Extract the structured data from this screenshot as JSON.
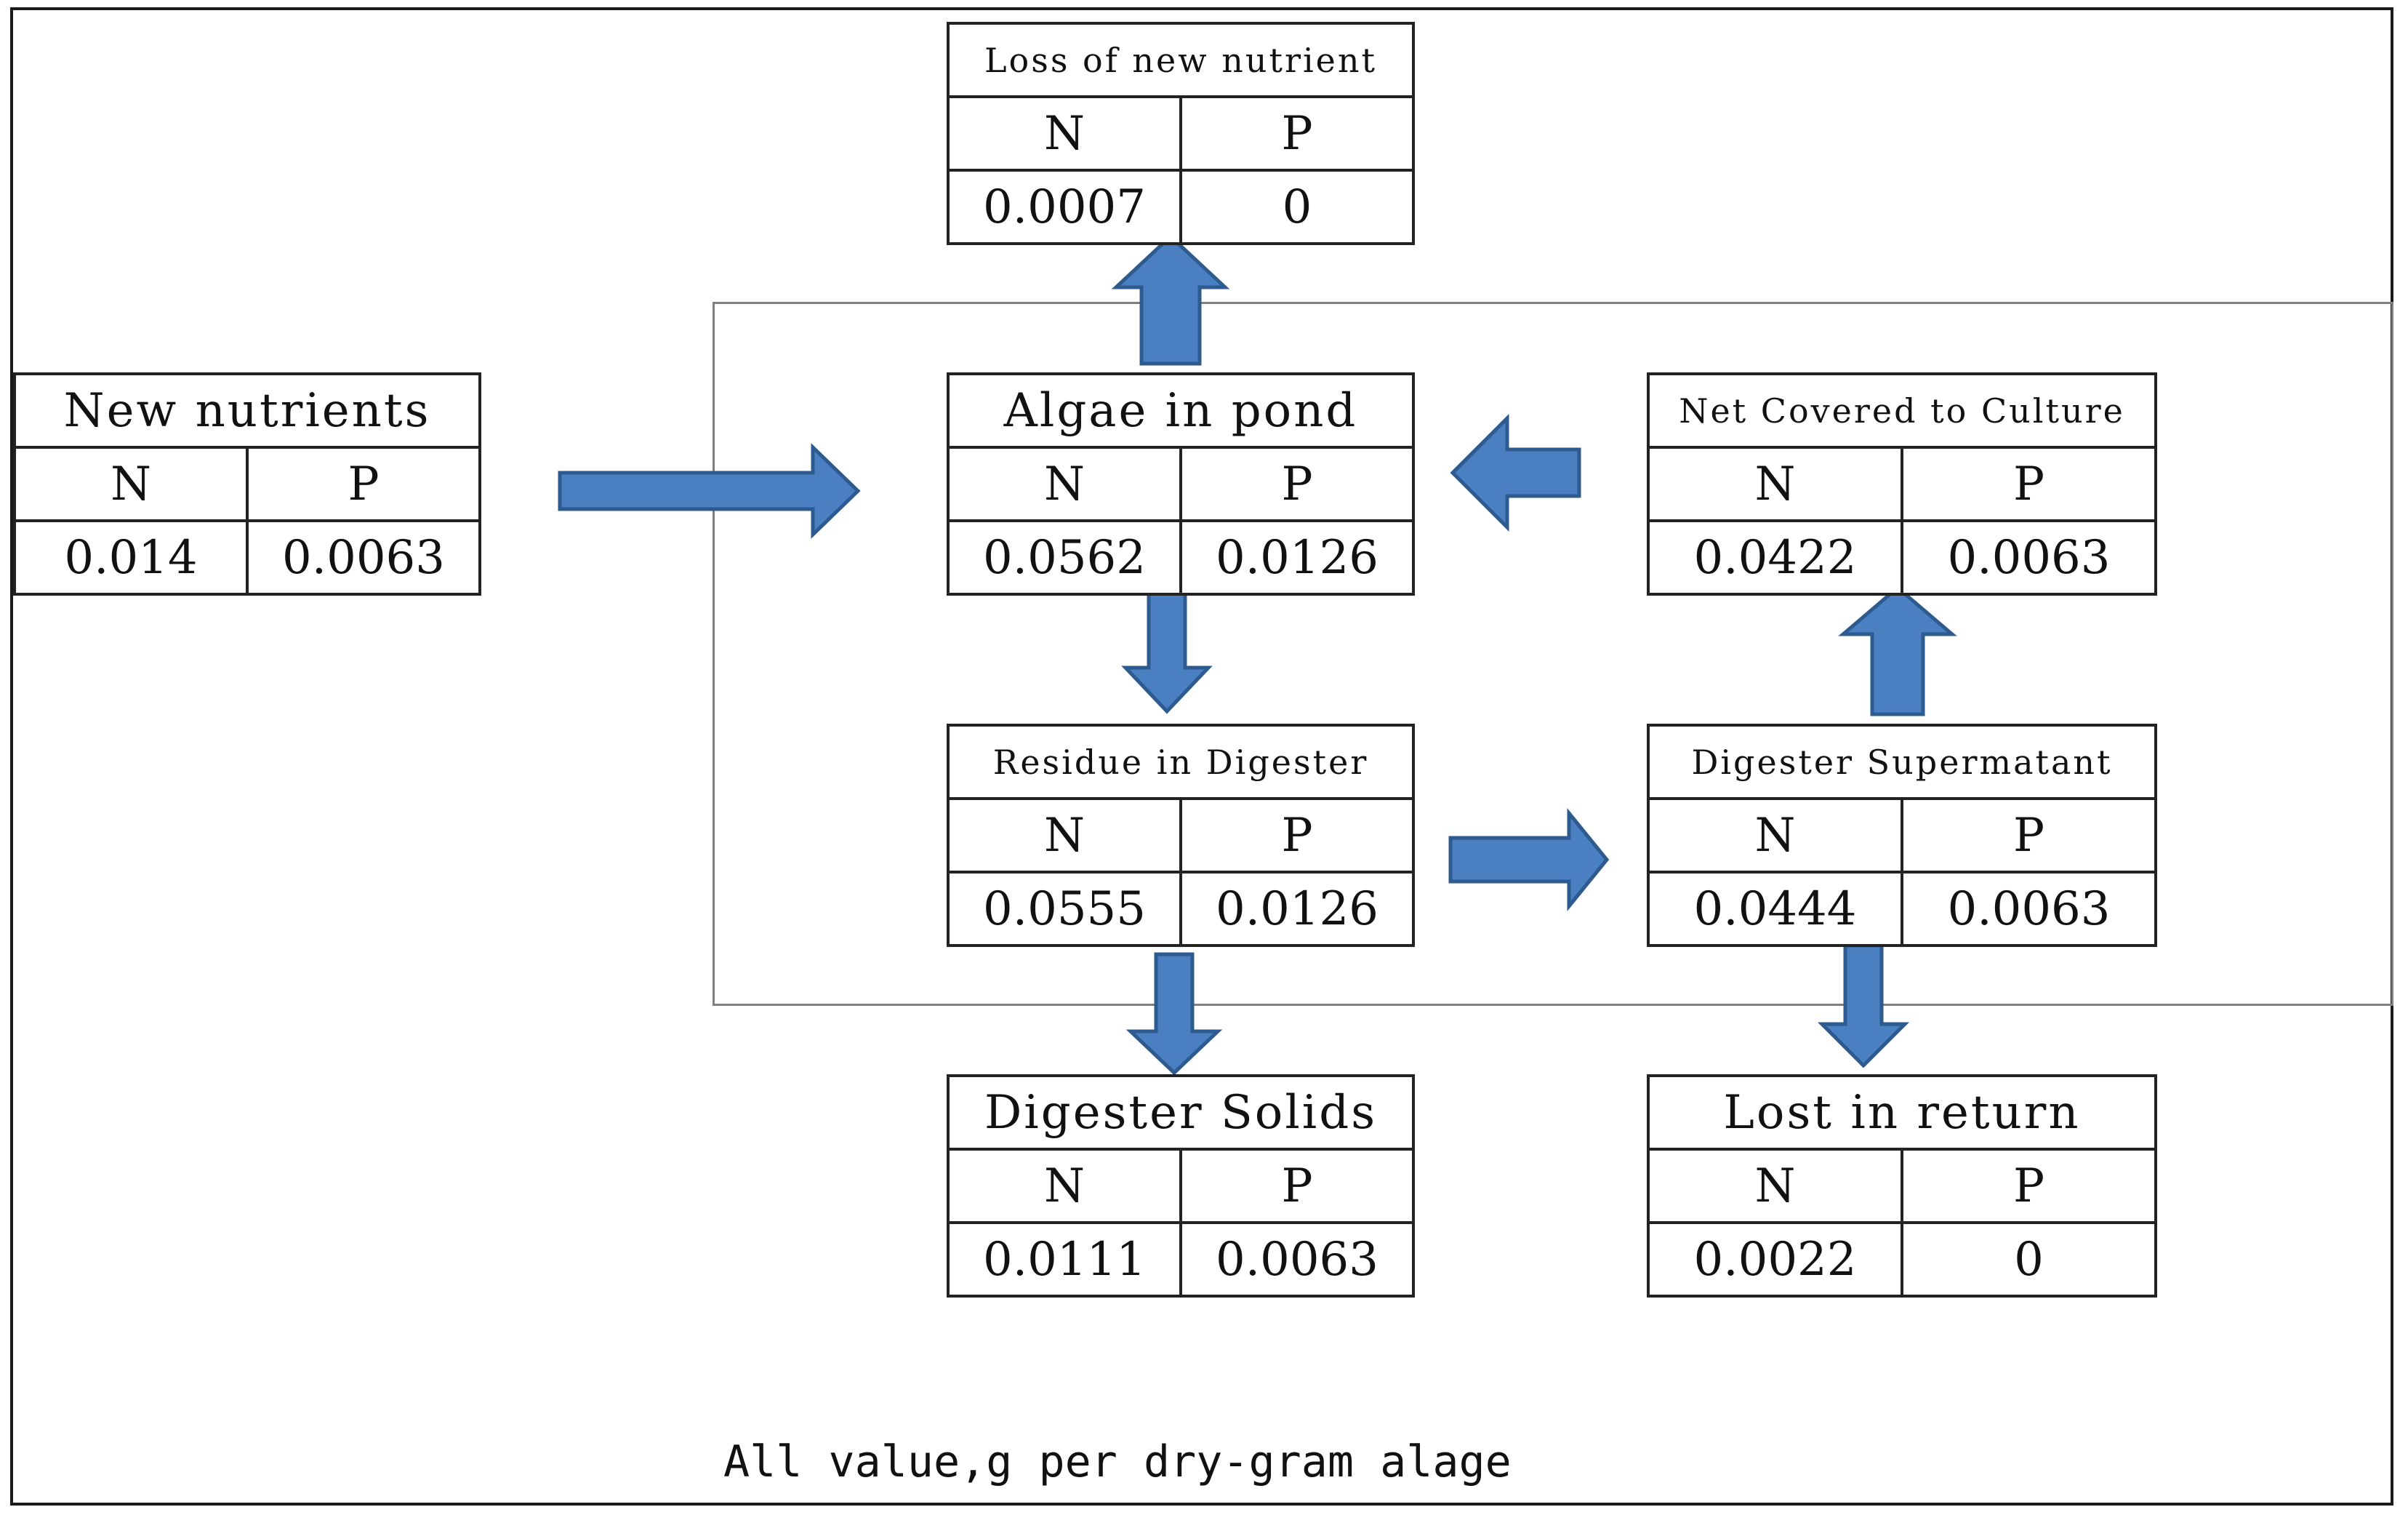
{
  "nodes": {
    "loss_new": {
      "title": "Loss of new nutrient",
      "n_label": "N",
      "p_label": "P",
      "n": "0.0007",
      "p": "0"
    },
    "new_nutrients": {
      "title": "New nutrients",
      "n_label": "N",
      "p_label": "P",
      "n": "0.014",
      "p": "0.0063"
    },
    "algae_pond": {
      "title": "Algae in pond",
      "n_label": "N",
      "p_label": "P",
      "n": "0.0562",
      "p": "0.0126"
    },
    "net_covered": {
      "title": "Net Covered to Culture",
      "n_label": "N",
      "p_label": "P",
      "n": "0.0422",
      "p": "0.0063"
    },
    "residue_digester": {
      "title": "Residue in Digester",
      "n_label": "N",
      "p_label": "P",
      "n": "0.0555",
      "p": "0.0126"
    },
    "digester_super": {
      "title": "Digester Supermatant",
      "n_label": "N",
      "p_label": "P",
      "n": "0.0444",
      "p": "0.0063"
    },
    "digester_solids": {
      "title": "Digester Solids",
      "n_label": "N",
      "p_label": "P",
      "n": "0.0111",
      "p": "0.0063"
    },
    "lost_return": {
      "title": "Lost in return",
      "n_label": "N",
      "p_label": "P",
      "n": "0.0022",
      "p": "0"
    }
  },
  "caption": "All value,g per dry-gram alage",
  "colors": {
    "arrow_fill": "#4a7fc1",
    "arrow_stroke": "#2d5a8f",
    "border": "#222222"
  }
}
